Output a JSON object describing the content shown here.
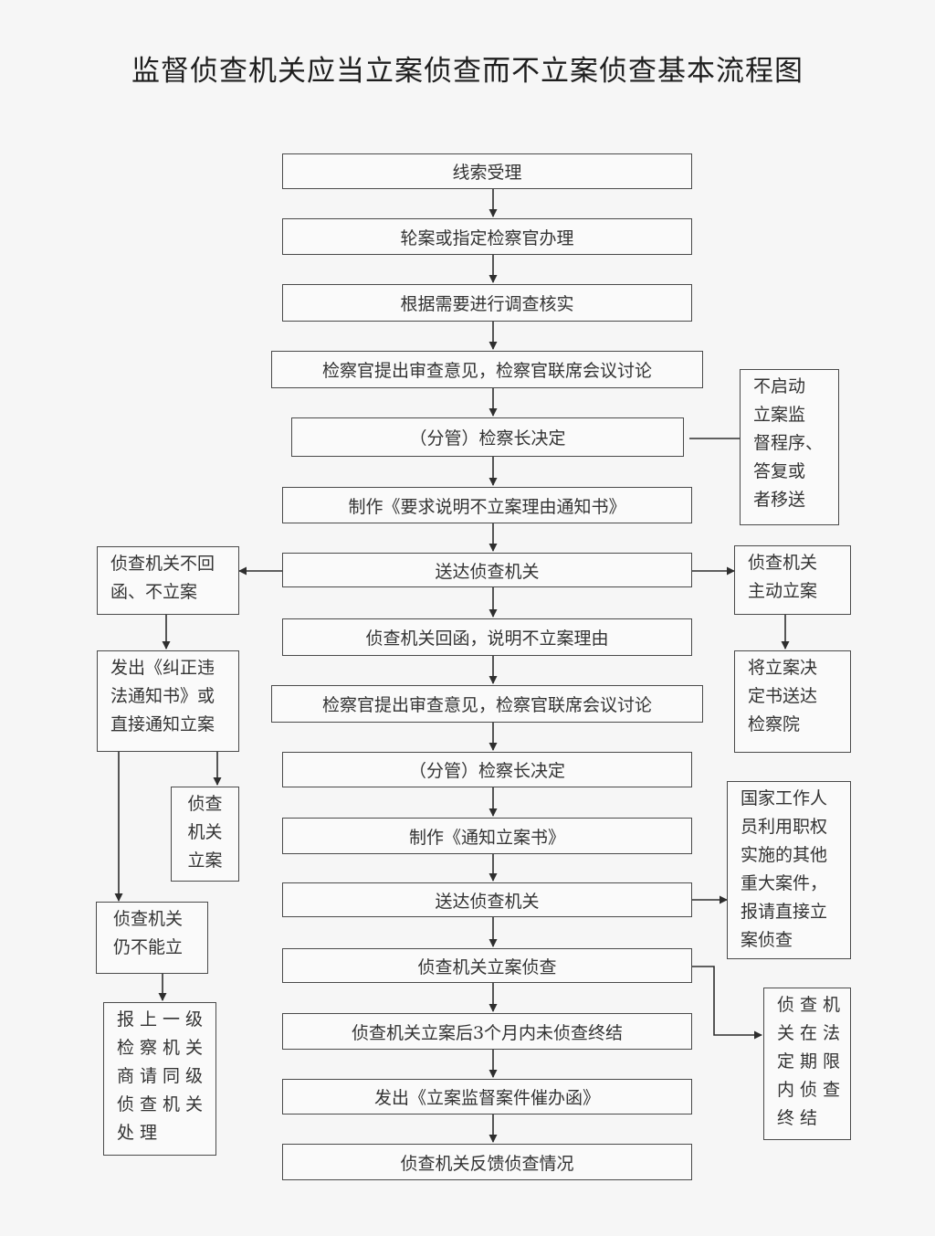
{
  "title": "监督侦查机关应当立案侦查而不立案侦查基本流程图",
  "steps": [
    "线索受理",
    "轮案或指定检察官办理",
    "根据需要进行调查核实",
    "检察官提出审查意见，检察官联席会议讨论",
    "（分管）检察长决定",
    "制作《要求说明不立案理由通知书》",
    "送达侦查机关",
    "侦查机关回函，说明不立案理由",
    "检察官提出审查意见，检察官联席会议讨论",
    "（分管）检察长决定",
    "制作《通知立案书》",
    "送达侦查机关",
    "侦查机关立案侦查",
    "侦查机关立案后3个月内未侦查终结",
    "发出《立案监督案件催办函》",
    "侦查机关反馈侦查情况"
  ],
  "side": {
    "no_start": [
      "不启动",
      "立案监",
      "督程序、",
      "答复或",
      "者移送"
    ],
    "no_reply": [
      "侦查机关不回",
      "函、不立案"
    ],
    "correct": [
      "发出《纠正违",
      "法通知书》或",
      "直接通知立案"
    ],
    "filed_left": [
      "侦查",
      "机关",
      "立案"
    ],
    "still_not": [
      "侦查机关",
      "仍不能立"
    ],
    "report": [
      "报上一级",
      "检察机关",
      "商请同级",
      "侦查机关",
      "处理"
    ],
    "active_filing": [
      "侦查机关",
      "主动立案"
    ],
    "send_decision": [
      "将立案决",
      "定书送达",
      "检察院"
    ],
    "official_cases": [
      "国家工作人",
      "员利用职权",
      "实施的其他",
      "重大案件，",
      "报请直接立",
      "案侦查"
    ],
    "concluded": [
      "侦查机",
      "关在法",
      "定期限",
      "内侦查",
      "终结"
    ]
  }
}
